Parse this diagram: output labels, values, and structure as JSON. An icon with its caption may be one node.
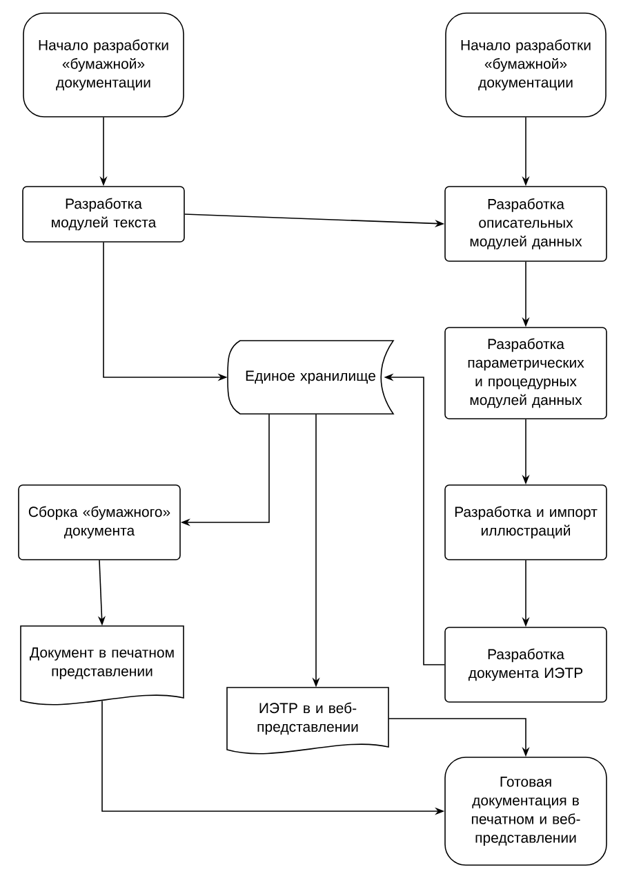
{
  "diagram": {
    "nodes": [
      {
        "text": [
          "Начало разработки «бумажной» документации"
        ]
      },
      {
        "text": [
          "Начало разработки «бумажной» документации"
        ]
      },
      {
        "text": [
          "Разработка модулей текста"
        ]
      },
      {
        "text": [
          "Разработка описательных модулей данных"
        ]
      },
      {
        "text": [
          "Единое хранилище"
        ]
      },
      {
        "text": [
          "Разработка параметрических и процедурных модулей данных"
        ]
      },
      {
        "text": [
          "Сборка «бумажного» документа"
        ]
      },
      {
        "text": [
          "Разработка и импорт иллюстраций"
        ]
      },
      {
        "text": [
          "Документ в печатном представлении"
        ]
      },
      {
        "text": [
          "Разработка документа ИЭТР"
        ]
      },
      {
        "text": [
          "ИЭТР в и веб-представлении"
        ]
      },
      {
        "text": [
          "Готовая документация в печатном и веб-представлении"
        ]
      }
    ],
    "edges": [
      {
        "from": 0,
        "to": 2,
        "arrow": "to"
      },
      {
        "from": 1,
        "to": 3,
        "arrow": "to"
      },
      {
        "from": 2,
        "to": 3,
        "arrow": "to"
      },
      {
        "from": 2,
        "to": 4,
        "arrow": "to"
      },
      {
        "from": 3,
        "to": 5,
        "arrow": "to"
      },
      {
        "from": 5,
        "to": 7,
        "arrow": "to"
      },
      {
        "from": 7,
        "to": 9,
        "arrow": "to"
      },
      {
        "from": 9,
        "to": 4,
        "arrow": "to"
      },
      {
        "from": 4,
        "to": 6,
        "arrow": "to"
      },
      {
        "from": 4,
        "to": 10,
        "arrow": "to"
      },
      {
        "from": 6,
        "to": 8,
        "arrow": "to"
      },
      {
        "from": 8,
        "to": 11,
        "arrow": "to"
      },
      {
        "from": 10,
        "to": 11,
        "arrow": "to"
      }
    ]
  }
}
